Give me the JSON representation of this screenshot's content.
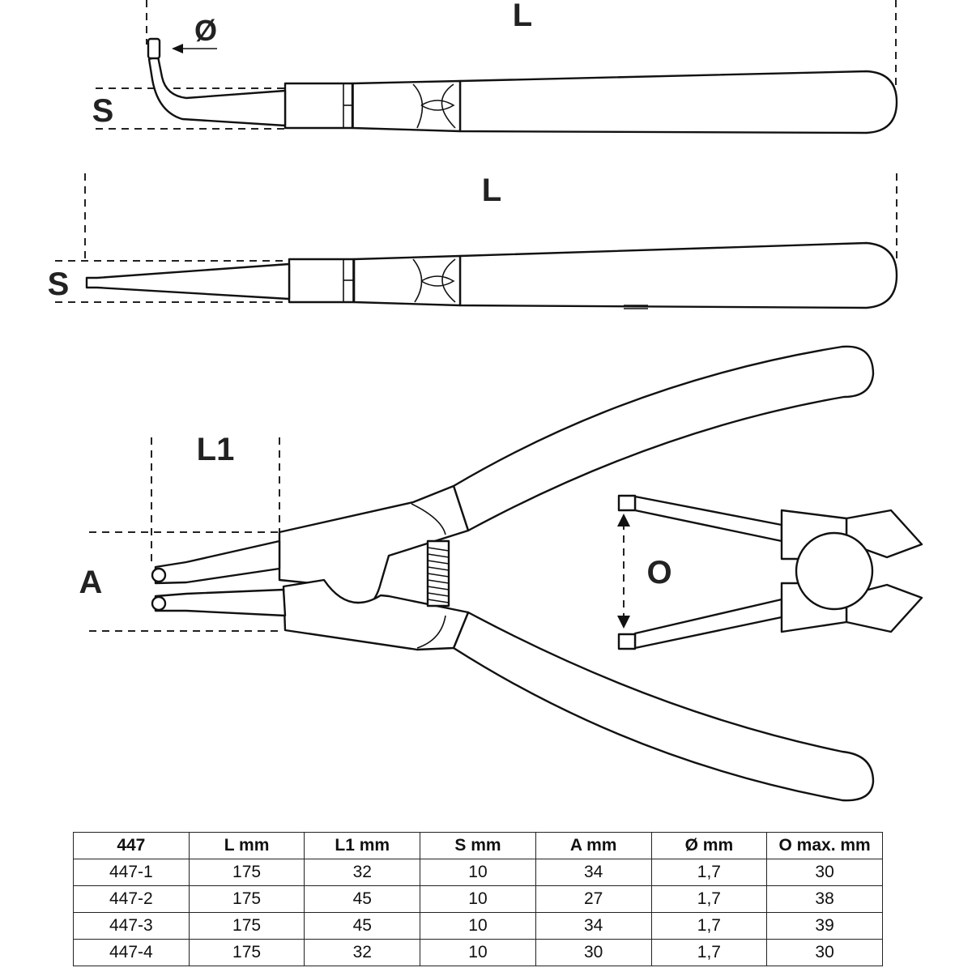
{
  "labels": {
    "top_length": "L",
    "top_diameter": "Ø",
    "top_thickness": "S",
    "middle_length": "L",
    "middle_thickness": "S",
    "tip_length": "L1",
    "tip_spacing": "A",
    "opening": "O"
  },
  "table": {
    "headers": [
      "447",
      "L   mm",
      "L1   mm",
      "S   mm",
      "A   mm",
      "Ø   mm",
      "O   max.  mm"
    ],
    "rows": [
      [
        "447-1",
        "175",
        "32",
        "10",
        "34",
        "1,7",
        "30"
      ],
      [
        "447-2",
        "175",
        "45",
        "10",
        "27",
        "1,7",
        "38"
      ],
      [
        "447-3",
        "175",
        "45",
        "10",
        "34",
        "1,7",
        "39"
      ],
      [
        "447-4",
        "175",
        "32",
        "10",
        "30",
        "1,7",
        "30"
      ]
    ]
  }
}
